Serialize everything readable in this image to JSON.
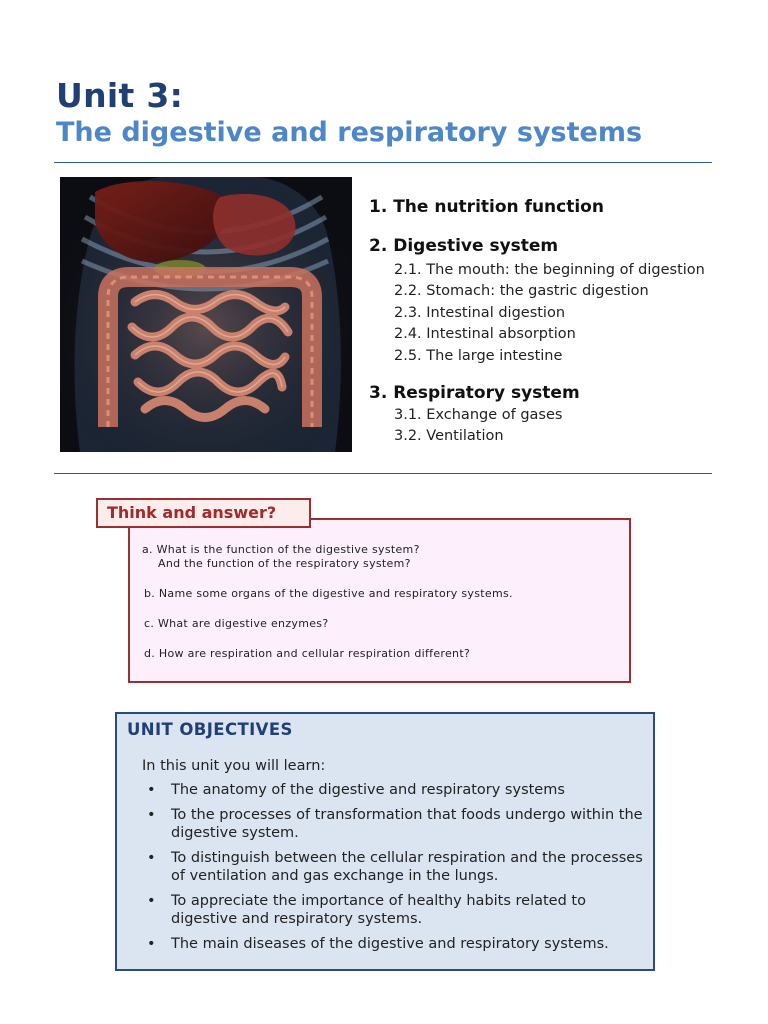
{
  "header": {
    "unit": "Unit 3:",
    "subtitle": "The digestive and respiratory systems"
  },
  "illustration": {
    "icon": "digestive-anatomy-illustration"
  },
  "contents": {
    "sections": [
      {
        "title": "1. The nutrition function",
        "items": []
      },
      {
        "title": "2. Digestive system",
        "items": [
          "2.1. The mouth: the beginning of digestion",
          "2.2. Stomach: the gastric digestion",
          "2.3. Intestinal digestion",
          "2.4. Intestinal absorption",
          "2.5. The large intestine"
        ]
      },
      {
        "title": "3. Respiratory system",
        "items": [
          "3.1. Exchange of gases",
          "3.2. Ventilation"
        ]
      }
    ]
  },
  "think": {
    "label": "Think and answer?",
    "questions": [
      "a. What is the function of the digestive system?",
      "And the function of the respiratory system?",
      "b. Name some organs of the digestive and respiratory systems.",
      "c. What are digestive enzymes?",
      "d. How are respiration and cellular respiration different?"
    ]
  },
  "objectives": {
    "title": "UNIT OBJECTIVES",
    "intro": "In this unit you will learn:",
    "items": [
      "The anatomy of the digestive and respiratory systems",
      "To the processes of transformation that foods undergo within the digestive system.",
      "To distinguish between the cellular respiration and the processes of ventilation and gas exchange in the lungs.",
      "To appreciate the importance of healthy habits related to digestive and respiratory systems.",
      "The main diseases of the digestive and respiratory systems."
    ]
  },
  "colors": {
    "title": "#1f3f75",
    "subtitle": "#4d86c9",
    "think_border": "#9b2e2e",
    "think_bg": "#fdeffc",
    "objectives_bg": "#dbe5f2"
  }
}
